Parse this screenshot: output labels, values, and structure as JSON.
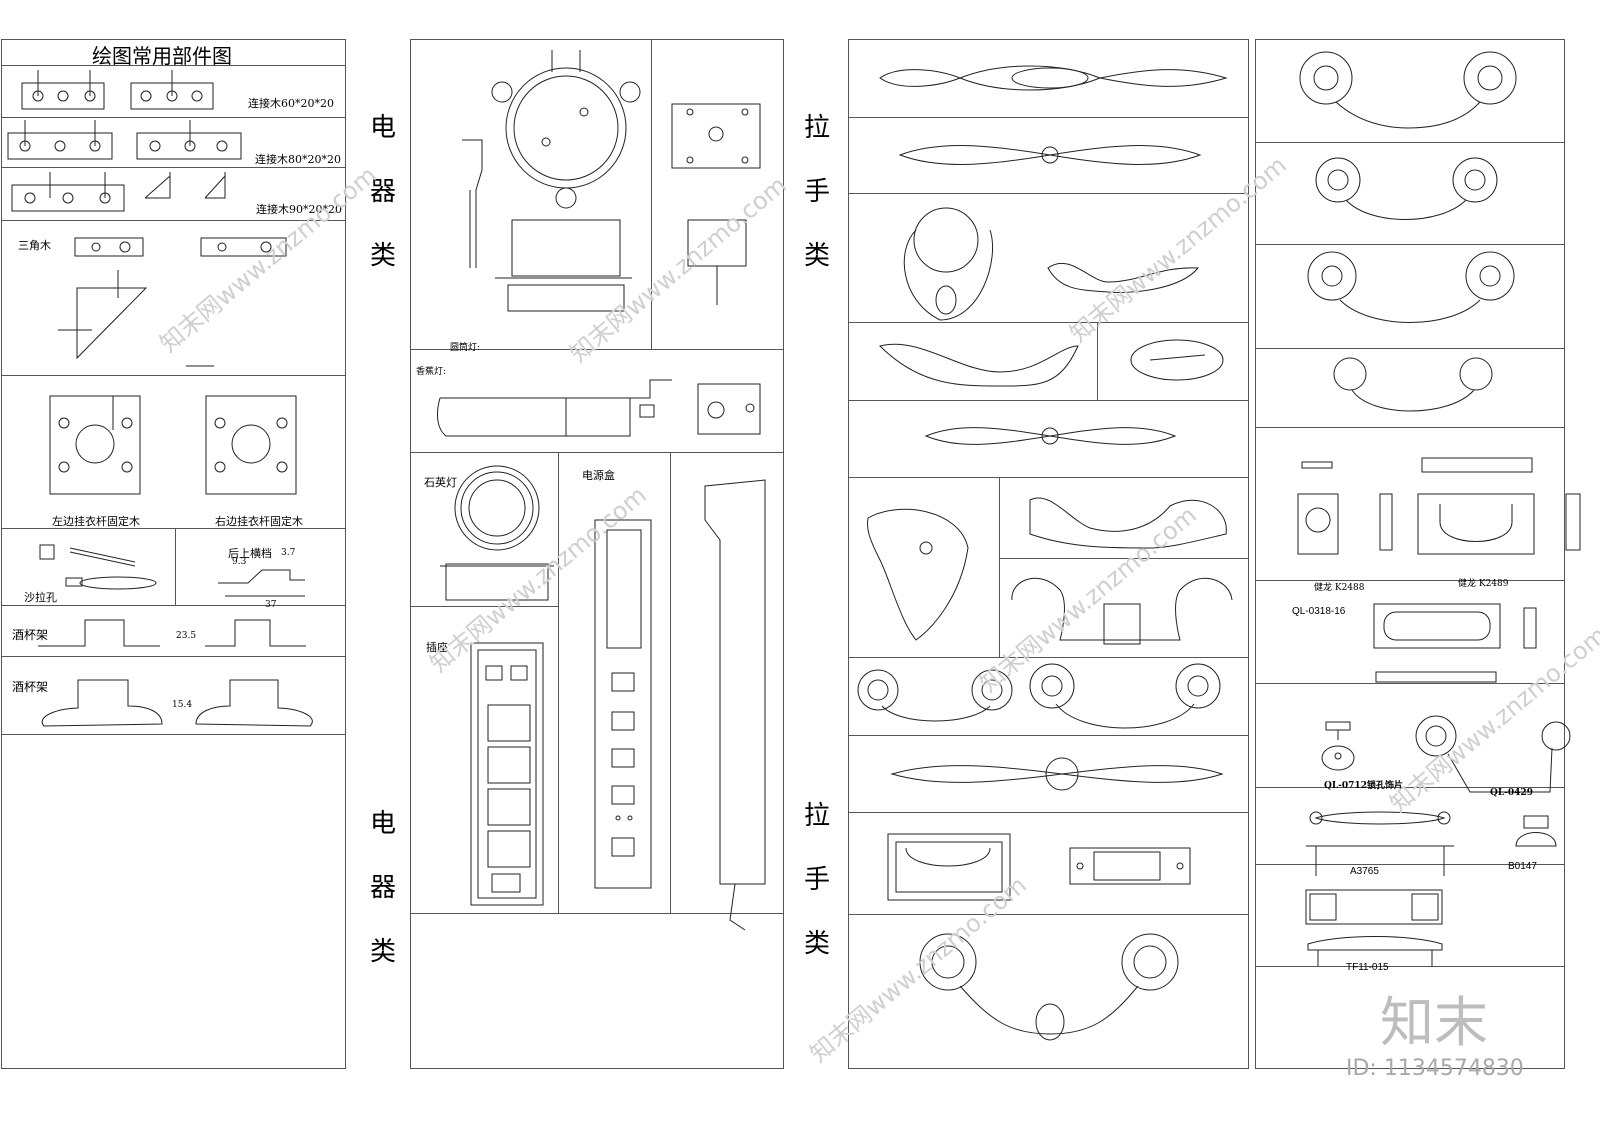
{
  "sheet": {
    "title": "绘图常用部件图"
  },
  "left_panel": {
    "labels": {
      "conn60": "连接木60*20*20",
      "conn80": "连接木80*20*20",
      "conn90": "连接木90*20*20",
      "triangle": "三角木",
      "left_rod": "左边挂衣杆固定木",
      "right_rod": "右边挂衣杆固定木",
      "rear_rail": "后上横档",
      "sofa_hole": "沙拉孔",
      "cup_rack_1": "酒杯架",
      "cup_rack_2": "酒杯架"
    },
    "dims": {
      "d93": "9.3",
      "d37": "37",
      "d37v": "3.7",
      "d235": "23.5",
      "d154": "15.4"
    }
  },
  "electrical": {
    "heading_top": [
      "电",
      "器",
      "类"
    ],
    "heading_bottom": [
      "电",
      "器",
      "类"
    ],
    "labels": {
      "round_lamp": "圆筒灯:",
      "aroma_lamp": "香蕉灯:",
      "quartz_lamp": "石英灯",
      "power_box": "电源盒",
      "socket": "插座"
    }
  },
  "handles": {
    "heading_top": [
      "拉",
      "手",
      "类"
    ],
    "heading_bottom": [
      "拉",
      "手",
      "类"
    ],
    "codes": {
      "k2488": "健龙 K2488",
      "k2489": "健龙 K2489",
      "ql0318": "QL-0318-16",
      "ql0712": "QL-0712锁孔饰片",
      "ql0429": "QL-0429",
      "a3765": "A3765",
      "b0147": "B0147",
      "tf11": "TF11-015"
    }
  },
  "watermark": {
    "text": "知末网www.znzmo.com",
    "logo": "知末",
    "id": "ID: 1134574830"
  }
}
